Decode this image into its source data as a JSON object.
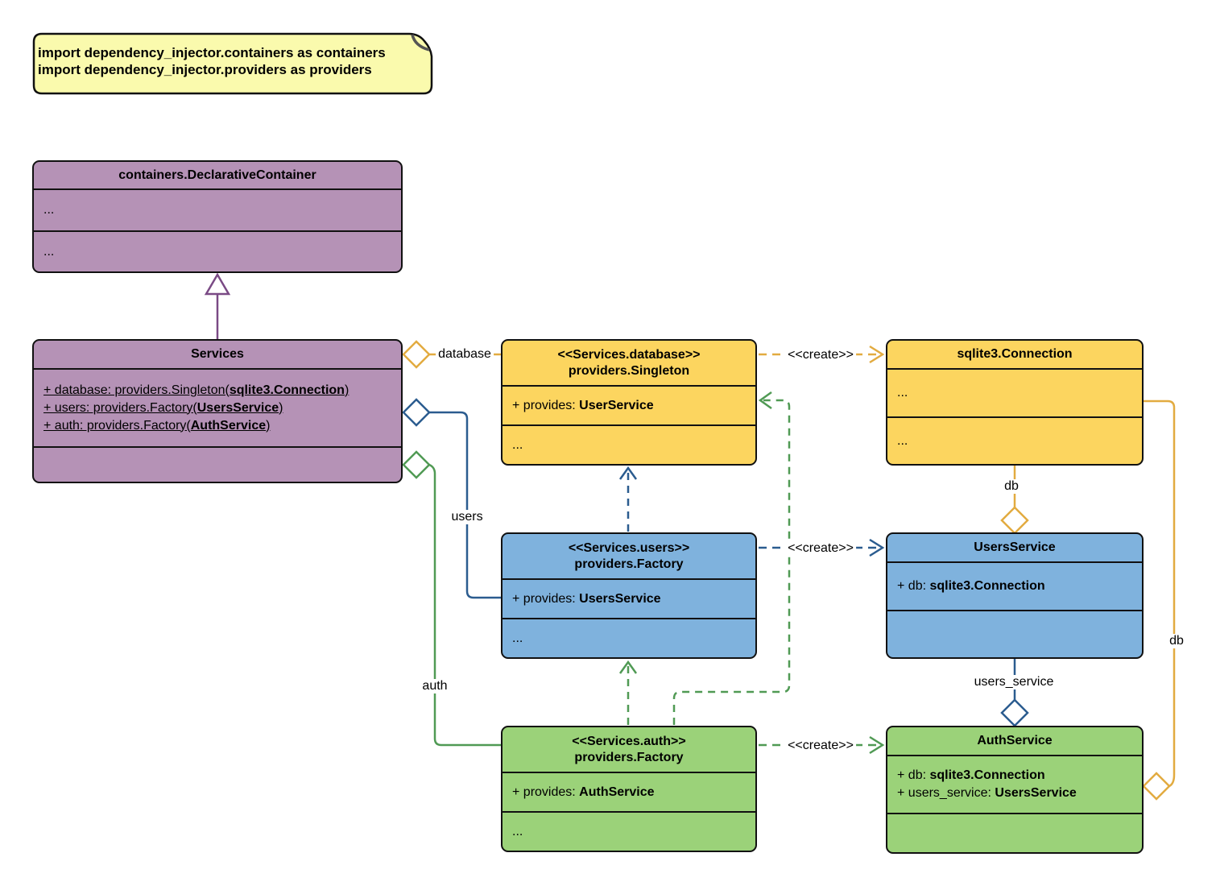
{
  "note": {
    "line1": "import dependency_injector.containers as containers",
    "line2": "import dependency_injector.providers as providers"
  },
  "classes": {
    "declarative_container": {
      "title": "containers.DeclarativeContainer",
      "attr_ellipsis": "...",
      "method_ellipsis": "..."
    },
    "services": {
      "title": "Services",
      "attrs": [
        {
          "prefix": "+ database: providers.Singleton(",
          "bold": "sqlite3.Connection",
          "suffix": ")"
        },
        {
          "prefix": "+ users: providers.Factory(",
          "bold": "UsersService",
          "suffix": ")"
        },
        {
          "prefix": "+ auth: providers.Factory(",
          "bold": "AuthService",
          "suffix": ")"
        }
      ]
    },
    "singleton": {
      "stereotype": "<<Services.database>>",
      "title": "providers.Singleton",
      "attr": {
        "prefix": "+ provides: ",
        "bold": "UserService"
      },
      "ellipsis": "..."
    },
    "connection": {
      "title": "sqlite3.Connection",
      "attr_ellipsis": "...",
      "method_ellipsis": "..."
    },
    "users_factory": {
      "stereotype": "<<Services.users>>",
      "title": "providers.Factory",
      "attr": {
        "prefix": "+ provides: ",
        "bold": "UsersService"
      },
      "ellipsis": "..."
    },
    "users_service": {
      "title": "UsersService",
      "attr": {
        "prefix": "+ db: ",
        "bold": "sqlite3.Connection"
      }
    },
    "auth_factory": {
      "stereotype": "<<Services.auth>>",
      "title": "providers.Factory",
      "attr": {
        "prefix": "+ provides: ",
        "bold": "AuthService"
      },
      "ellipsis": "..."
    },
    "auth_service": {
      "title": "AuthService",
      "attrs": [
        {
          "prefix": "+ db: ",
          "bold": "sqlite3.Connection"
        },
        {
          "prefix": "+ users_service: ",
          "bold": "UsersService"
        }
      ]
    }
  },
  "edges": {
    "database_label": "database",
    "users_label": "users",
    "auth_label": "auth",
    "create_label": "<<create>>",
    "db_label": "db",
    "users_service_label": "users_service"
  },
  "colors": {
    "purple_fill": "#b592b6",
    "purple_line": "#7a4a85",
    "yellow_fill": "#fcd55f",
    "yellow_line": "#e2ab40",
    "blue_fill": "#7fb2dd",
    "blue_line": "#2b5c8f",
    "green_fill": "#9bd279",
    "green_line": "#509a54",
    "note_fill": "#fafaad"
  }
}
